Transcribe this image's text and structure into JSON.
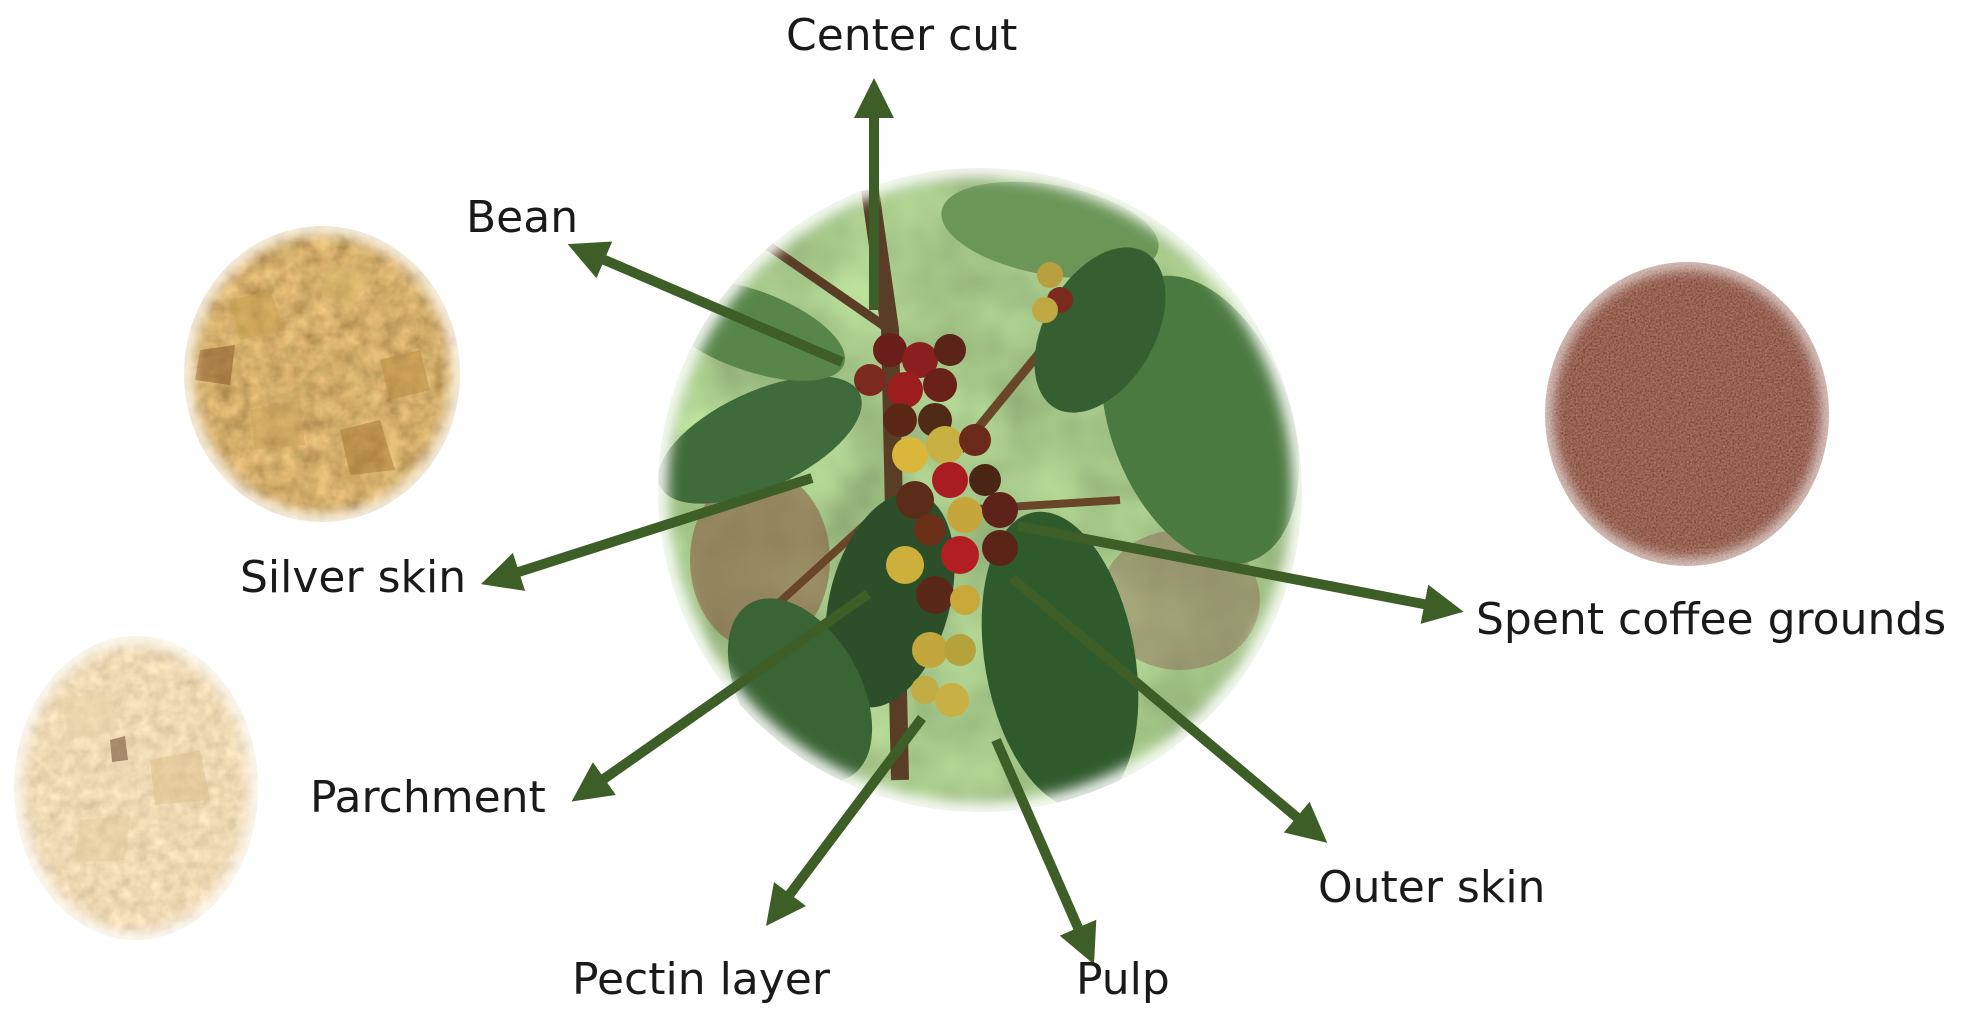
{
  "labels": {
    "center_cut": "Center cut",
    "bean": "Bean",
    "silver_skin": "Silver skin",
    "parchment": "Parchment",
    "pectin_layer": "Pectin layer",
    "pulp": "Pulp",
    "outer_skin": "Outer skin",
    "spent_coffee_grounds": "Spent coffee grounds"
  },
  "colors": {
    "arrow": "#3d5e26",
    "label_text": "#1a1a1a",
    "background": "#ffffff"
  },
  "images": {
    "center": "coffee-plant-with-cherries",
    "top_left": "dried-silver-skin-flakes",
    "bottom_left": "parchment-husk-flakes",
    "right": "spent-coffee-grounds"
  }
}
